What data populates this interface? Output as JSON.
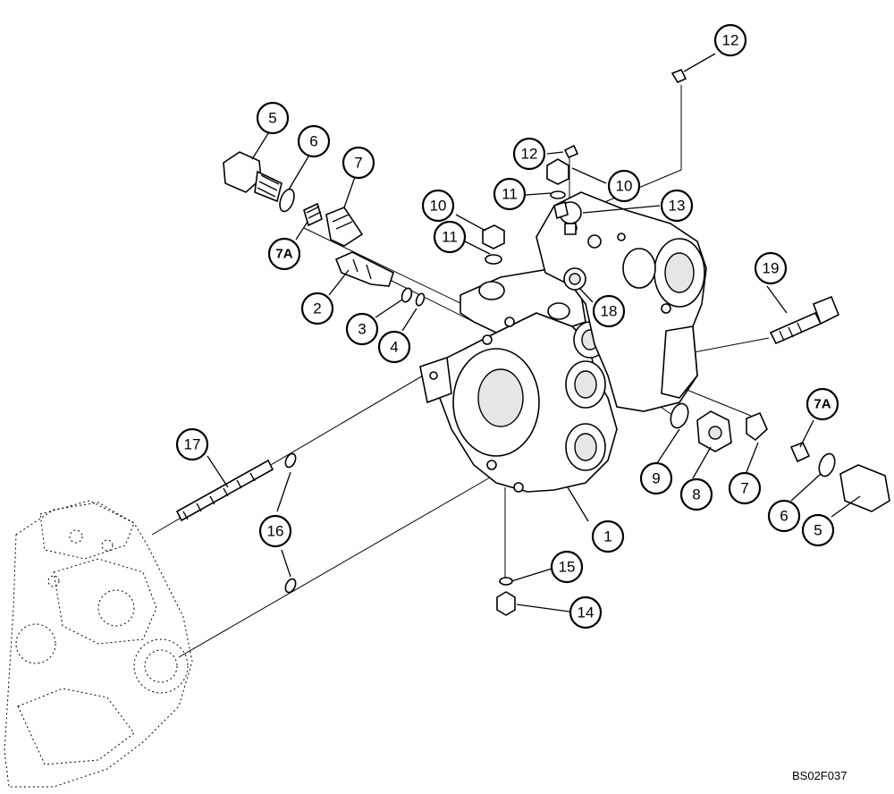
{
  "figure": {
    "code": "BS02F037"
  },
  "callouts": [
    {
      "id": "c-1",
      "label": "1"
    },
    {
      "id": "c-2",
      "label": "2"
    },
    {
      "id": "c-3",
      "label": "3"
    },
    {
      "id": "c-4",
      "label": "4"
    },
    {
      "id": "c-5a",
      "label": "5"
    },
    {
      "id": "c-5b",
      "label": "5"
    },
    {
      "id": "c-6a",
      "label": "6"
    },
    {
      "id": "c-6b",
      "label": "6"
    },
    {
      "id": "c-7a",
      "label": "7"
    },
    {
      "id": "c-7b",
      "label": "7"
    },
    {
      "id": "c-7Aa",
      "label": "7A"
    },
    {
      "id": "c-7Ab",
      "label": "7A"
    },
    {
      "id": "c-8",
      "label": "8"
    },
    {
      "id": "c-9",
      "label": "9"
    },
    {
      "id": "c-10a",
      "label": "10"
    },
    {
      "id": "c-10b",
      "label": "10"
    },
    {
      "id": "c-11a",
      "label": "11"
    },
    {
      "id": "c-11b",
      "label": "11"
    },
    {
      "id": "c-12a",
      "label": "12"
    },
    {
      "id": "c-12b",
      "label": "12"
    },
    {
      "id": "c-13",
      "label": "13"
    },
    {
      "id": "c-14",
      "label": "14"
    },
    {
      "id": "c-15",
      "label": "15"
    },
    {
      "id": "c-16",
      "label": "16"
    },
    {
      "id": "c-17",
      "label": "17"
    },
    {
      "id": "c-18",
      "label": "18"
    },
    {
      "id": "c-19",
      "label": "19"
    }
  ]
}
